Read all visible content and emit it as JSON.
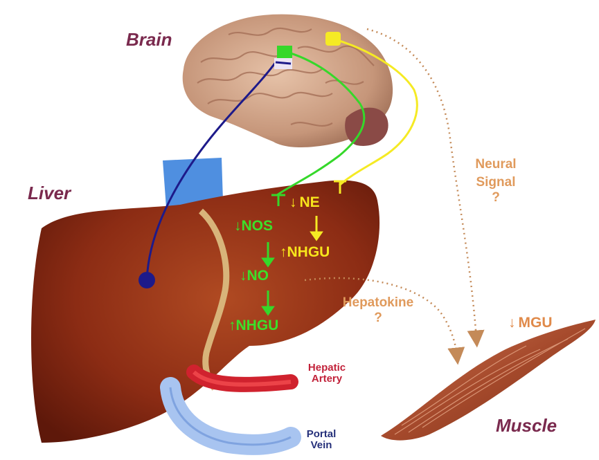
{
  "labels": {
    "brain": "Brain",
    "liver": "Liver",
    "muscle": "Muscle",
    "neural_signal": [
      "Neural",
      "Signal",
      "?"
    ],
    "hepatokine": [
      "Hepatokine",
      "?"
    ],
    "hepatic_artery": [
      "Hepatic",
      "Artery"
    ],
    "portal_vein": [
      "Portal",
      "Vein"
    ],
    "ne": "NE",
    "nhgu_yellow": "NHGU",
    "nos": "NOS",
    "no": "NO",
    "nhgu_green": "NHGU",
    "mgu": "MGU"
  },
  "arrows": {
    "ne": "down",
    "nhgu_yellow": "up",
    "nos": "down",
    "no": "down",
    "nhgu_green": "up",
    "mgu": "down"
  },
  "colors": {
    "liver": "#8a2a12",
    "liver_light": "#b0481e",
    "brain": "#c89a82",
    "muscle": "#b0583a",
    "vena_cava": "#4f8fe0",
    "portal_vein": "#a8c4f0",
    "hepatic_artery": "#d0222e",
    "path_blue": "#1d1a8a",
    "path_green": "#35d82a",
    "path_yellow": "#f5ea24",
    "dotted": "#c48a58"
  }
}
